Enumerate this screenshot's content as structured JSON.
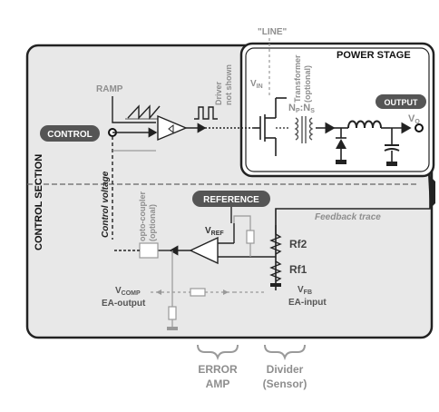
{
  "regions": {
    "control_section": "CONTROL SECTION",
    "power_stage": "POWER STAGE"
  },
  "badges": {
    "control": "CONTROL",
    "output": "OUTPUT",
    "reference": "REFERENCE"
  },
  "labels": {
    "line": "\"LINE\"",
    "ramp": "RAMP",
    "driver": [
      "Driver",
      "not shown"
    ],
    "transformer": [
      "Transformer",
      "(optional)"
    ],
    "vin": {
      "main": "V",
      "sub": "IN"
    },
    "turns_ratio": {
      "np": "N",
      "np_sub": "P",
      "colon": ":",
      "ns": "N",
      "ns_sub": "S"
    },
    "vo": {
      "main": "V",
      "sub": "O"
    },
    "control_voltage": "Control voltage",
    "optocoupler": [
      "opto-coupler",
      "(optional)"
    ],
    "vref": {
      "main": "V",
      "sub": "REF"
    },
    "feedback_trace": "Feedback trace",
    "rf2": "Rf2",
    "rf1": "Rf1",
    "vcomp": {
      "main": "V",
      "sub": "COMP"
    },
    "ea_output": "EA-output",
    "vfb": {
      "main": "V",
      "sub": "FB"
    },
    "ea_input": "EA-input"
  },
  "brackets": {
    "error_amp": [
      "ERROR",
      "AMP"
    ],
    "divider": [
      "Divider",
      "(Sensor)"
    ]
  },
  "colors": {
    "control_fill": "#e8e8e8",
    "outline": "#222222",
    "badge": "#555555",
    "label_gray": "#8e8e8e",
    "bracket": "#9a9a9a"
  }
}
